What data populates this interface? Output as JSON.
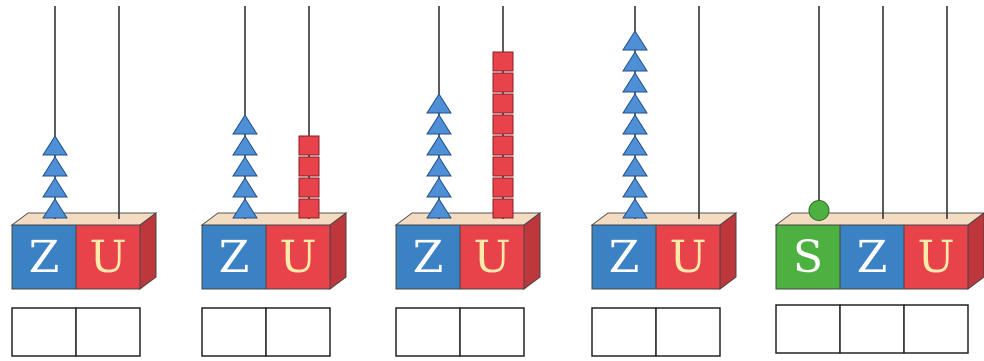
{
  "colors": {
    "thousands_block": "#3b82c4",
    "tens_block": "#3b82c4",
    "units_block": "#e8434b",
    "hundreds_block": "#4cb140",
    "block_top": "#f3dcc2",
    "triangle_bead": "#4f8fd6",
    "square_bead": "#e8434b",
    "ball_bead": "#4cb140",
    "rod": "#333333"
  },
  "abacuses": [
    {
      "columns": [
        {
          "label": "Z",
          "color": "blue",
          "bead_shape": "triangle",
          "bead_count": 4
        },
        {
          "label": "U",
          "color": "red",
          "bead_shape": "square",
          "bead_count": 0
        }
      ]
    },
    {
      "columns": [
        {
          "label": "Z",
          "color": "blue",
          "bead_shape": "triangle",
          "bead_count": 5
        },
        {
          "label": "U",
          "color": "red",
          "bead_shape": "square",
          "bead_count": 4
        }
      ]
    },
    {
      "columns": [
        {
          "label": "Z",
          "color": "blue",
          "bead_shape": "triangle",
          "bead_count": 6
        },
        {
          "label": "U",
          "color": "red",
          "bead_shape": "square",
          "bead_count": 8
        }
      ]
    },
    {
      "columns": [
        {
          "label": "Z",
          "color": "blue",
          "bead_shape": "triangle",
          "bead_count": 9
        },
        {
          "label": "U",
          "color": "red",
          "bead_shape": "square",
          "bead_count": 0
        }
      ]
    },
    {
      "columns": [
        {
          "label": "S",
          "color": "green",
          "bead_shape": "ball",
          "bead_count": 1
        },
        {
          "label": "Z",
          "color": "blue",
          "bead_shape": "triangle",
          "bead_count": 0
        },
        {
          "label": "U",
          "color": "red",
          "bead_shape": "square",
          "bead_count": 0
        }
      ]
    }
  ]
}
